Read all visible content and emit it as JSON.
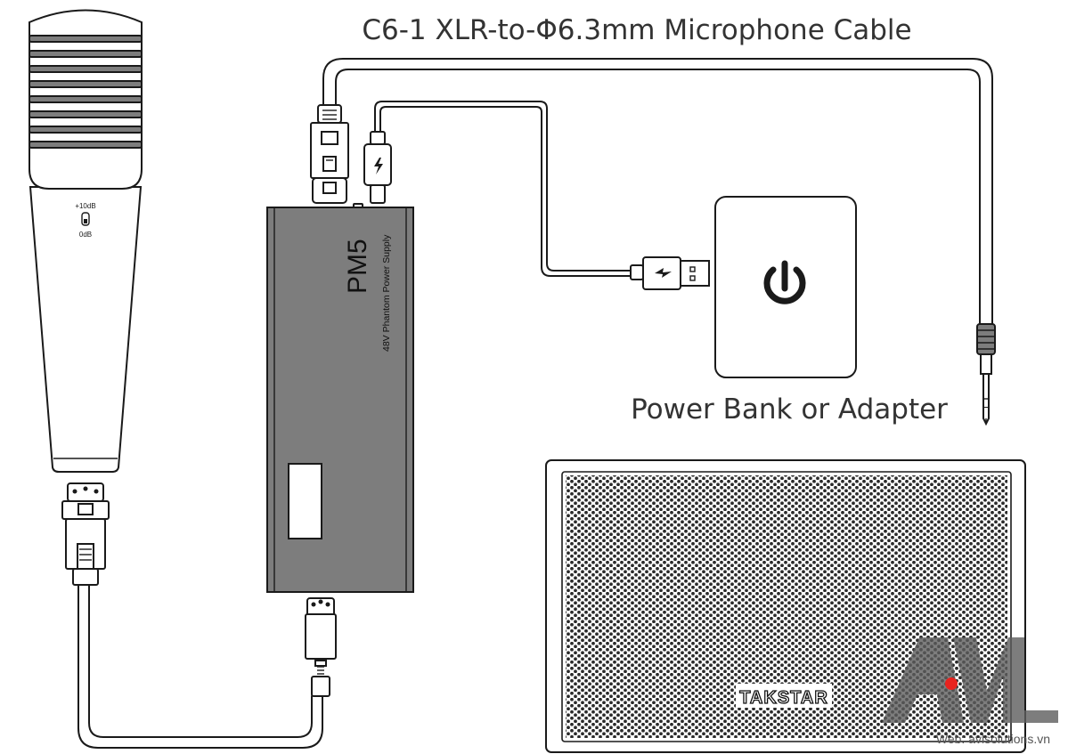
{
  "labels": {
    "cable_title": "C6-1 XLR-to-Φ6.3mm Microphone Cable",
    "power_source": "Power Bank or Adapter"
  },
  "microphone": {
    "gain_high": "+10dB",
    "gain_low": "0dB"
  },
  "pm5": {
    "model": "PM5",
    "description": "48V Phantom Power Supply"
  },
  "speaker": {
    "brand": "TAKSTAR"
  },
  "watermark": {
    "logo": "AVL",
    "website": "Web: avlsolutions.vn"
  },
  "colors": {
    "line": "#1a1a1a",
    "pm5_body": "#7d7d7d",
    "watermark_red": "#e8231f"
  }
}
